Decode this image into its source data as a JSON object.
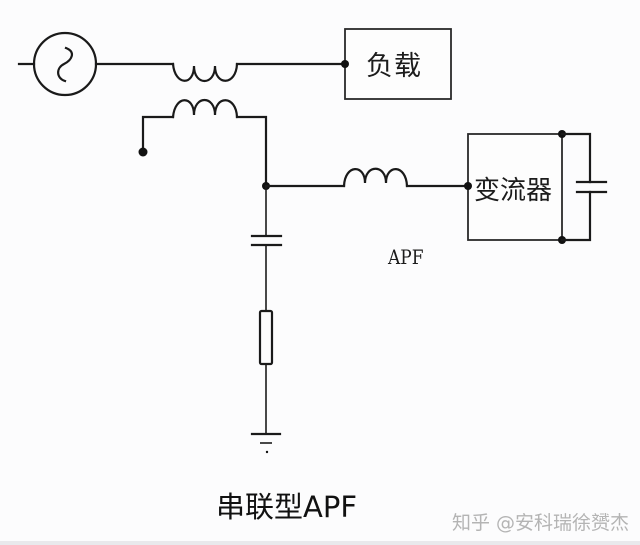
{
  "diagram": {
    "title": "串联型APF",
    "type": "circuit-schematic",
    "components": {
      "source": {
        "symbol": "ac-source-icon",
        "label": ""
      },
      "load": {
        "label": "负载"
      },
      "converter": {
        "label": "变流器"
      },
      "filter_label": "APF"
    },
    "watermark": "知乎 @安科瑞徐赟杰"
  },
  "colors": {
    "line": "#1a1a1a",
    "background": "#fcfcfd",
    "watermark": "#b4b4b4"
  }
}
